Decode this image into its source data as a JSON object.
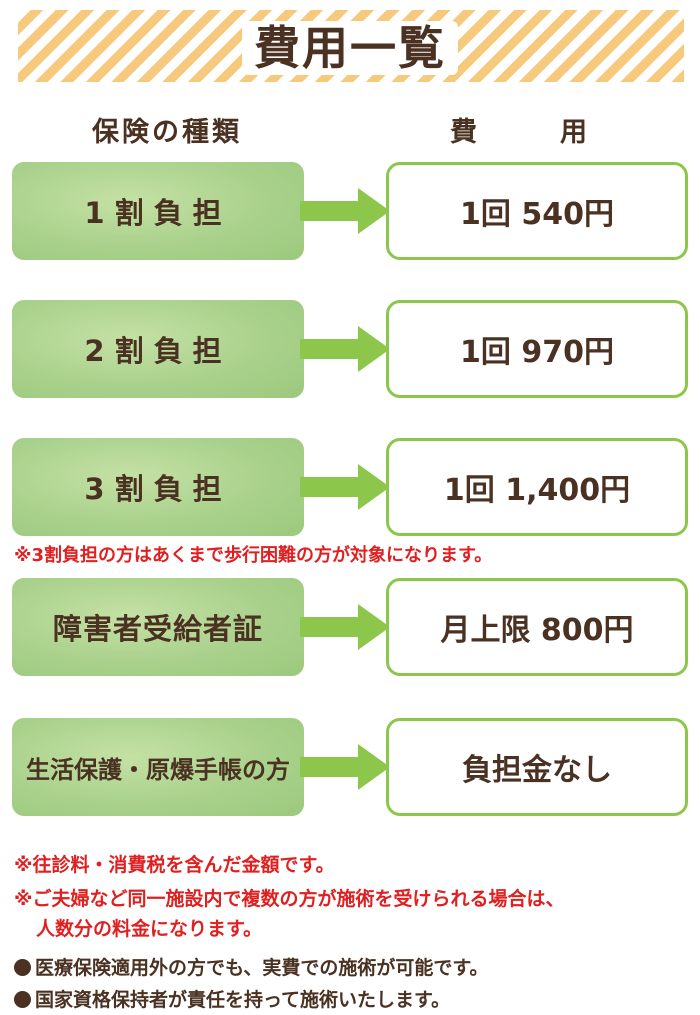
{
  "title": "費用一覧",
  "headers": {
    "type": "保険の種類",
    "cost": "費　用"
  },
  "rows": [
    {
      "type": "1割負担",
      "cost": "1回 540円"
    },
    {
      "type": "2割負担",
      "cost": "1回 970円"
    },
    {
      "type": "3割負担",
      "cost": "1回 1,400円"
    },
    {
      "type": "障害者受給者証",
      "cost": "月上限 800円"
    },
    {
      "type": "生活保護・原爆手帳の方",
      "cost": "負担金なし"
    }
  ],
  "inline_note": "※3割負担の方はあくまで歩行困難の方が対象になります。",
  "notes": {
    "n1": "※往診料・消費税を含んだ金額です。",
    "n2a": "※ご夫婦など同一施設内で複数の方が施術を受けられる場合は、",
    "n2b": "人数分の料金になります。",
    "b1": "医療保険適用外の方でも、実費での施術が可能です。",
    "b2": "国家資格保持者が責任を持って施術いたします。"
  },
  "colors": {
    "title_stripe": "#f7c97c",
    "left_box": "#a9d18c",
    "right_border": "#8cc64b",
    "arrow": "#8cc64b",
    "text": "#4a3121",
    "note_red": "#e02020"
  }
}
